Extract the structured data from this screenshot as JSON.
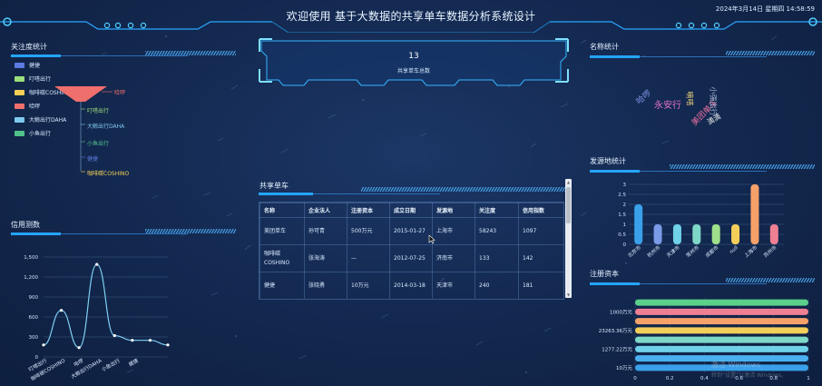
{
  "header": {
    "title": "欢迎使用 基于大数据的共享单车数据分析系统设计",
    "datetime": "2024年3月14日 星期四 14:58:59"
  },
  "panels": {
    "attention": "关注度统计",
    "credit": "信用测数",
    "share_bike": "共享单车",
    "name_stats": "名称统计",
    "origin_stats": "发源地统计",
    "capital": "注册资本"
  },
  "stat": {
    "value": "13",
    "label": "共享单车总数"
  },
  "funnel": {
    "legend": [
      {
        "label": "健捷",
        "color": "#5b7be0"
      },
      {
        "label": "叮嗒出行",
        "color": "#9be07a"
      },
      {
        "label": "咖啡碳COSHINO",
        "color": "#f5cf55"
      },
      {
        "label": "哈啰",
        "color": "#ef6f6c"
      },
      {
        "label": "大鲸出行DAHA",
        "color": "#7fc9ee"
      },
      {
        "label": "小鱼出行",
        "color": "#4fc38a"
      }
    ],
    "labels": [
      {
        "text": "哈啰",
        "color": "#ef6f6c"
      },
      {
        "text": "叮嗒出行",
        "color": "#9be07a"
      },
      {
        "text": "大鲸出行DAHA",
        "color": "#7fc9ee"
      },
      {
        "text": "小鱼出行",
        "color": "#4fc38a"
      },
      {
        "text": "健捷",
        "color": "#5b7be0"
      },
      {
        "text": "咖啡碳COSHINO",
        "color": "#f5cf55"
      }
    ]
  },
  "table": {
    "headers": [
      "名称",
      "企业法人",
      "注册资本",
      "成立日期",
      "发源地",
      "关注度",
      "信用指数"
    ],
    "rows": [
      [
        "美团单车",
        "孙可青",
        "500万元",
        "2015-01-27",
        "上海市",
        "58243",
        "1097"
      ],
      [
        "咖啡碳COSHINO",
        "张海涛",
        "—",
        "2012-07-25",
        "济南市",
        "133",
        "142"
      ],
      [
        "健捷",
        "张晓勇",
        "10万元",
        "2014-03-18",
        "天津市",
        "240",
        "181"
      ]
    ]
  },
  "wordcloud": [
    {
      "text": "哈啰",
      "color": "#7c8fe0",
      "size": 9,
      "rotate": -40
    },
    {
      "text": "永安行",
      "color": "#e070c8",
      "size": 10,
      "rotate": 0
    },
    {
      "text": "嘀嗒",
      "color": "#e8d07a",
      "size": 8,
      "rotate": 90
    },
    {
      "text": "美团单车",
      "color": "#e86fa0",
      "size": 9,
      "rotate": -45
    },
    {
      "text": "滴滴",
      "color": "#f0f0f0",
      "size": 8,
      "rotate": -30
    },
    {
      "text": "小强出行",
      "color": "#a0b4d0",
      "size": 8,
      "rotate": 90
    }
  ],
  "chart_data": [
    {
      "type": "line",
      "categories": [
        "叮嗒出行",
        "咖啡碳COSHINO",
        "哈啰",
        "大鲸出行DAHA",
        "小鱼出行",
        "健捷"
      ],
      "y_ticks": [
        "0",
        "300",
        "600",
        "900",
        "1,200",
        "1,500"
      ],
      "ylim": [
        0,
        1500
      ],
      "values": [
        180,
        700,
        140,
        1390,
        320,
        250,
        250,
        180
      ],
      "color": "#7fd0f5"
    },
    {
      "type": "bar",
      "categories": [
        "北京市",
        "杭州市",
        "天津市",
        "常州市",
        "成都市",
        "null",
        "上海市",
        "苏州市"
      ],
      "values": [
        2,
        1,
        1,
        1,
        1,
        1,
        3,
        1
      ],
      "colors": [
        "#3aa0ea",
        "#7a9be8",
        "#6fd2e8",
        "#7ed8c8",
        "#9fe08a",
        "#f3cf5a",
        "#f7a16a",
        "#ef7f93",
        "#5ad08a"
      ],
      "y_ticks": [
        "0",
        "0.5",
        "1",
        "1.5",
        "2",
        "2.5",
        "3"
      ],
      "ylim": [
        0,
        3
      ]
    },
    {
      "type": "bar",
      "orientation": "horizontal",
      "categories": [
        "10万元",
        "",
        "1277.22万元",
        "",
        "23263.36万元",
        "",
        "1000万元",
        ""
      ],
      "values": [
        1,
        1,
        1,
        1,
        1,
        1,
        1,
        1
      ],
      "colors": [
        "#3aa0ea",
        "#4ab0f0",
        "#6fd2e8",
        "#7ed8c8",
        "#f3cf5a",
        "#f7a16a",
        "#ef7f93",
        "#5ad08a"
      ],
      "x_ticks": [
        "0",
        "0.2",
        "0.4",
        "0.6",
        "0.8",
        "1"
      ],
      "xlim": [
        0,
        1
      ]
    }
  ],
  "watermark": {
    "line1": "激活 Windows",
    "line2": "转到“设置”以激活 Windows。"
  }
}
